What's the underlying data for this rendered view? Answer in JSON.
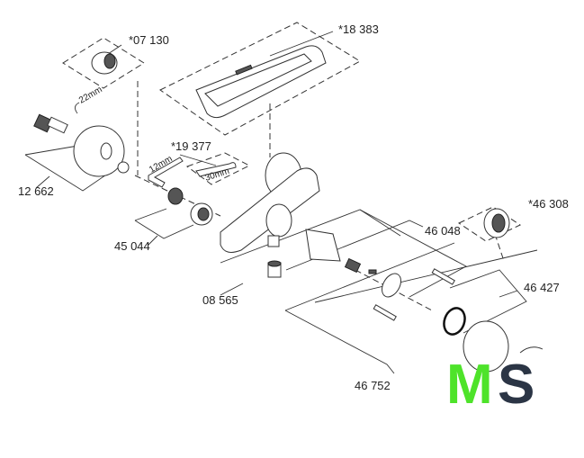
{
  "labels": {
    "p07130": "*07 130",
    "p18383": "*18 383",
    "p19377": "*19 377",
    "p12662": "12 662",
    "p45044": "45 044",
    "p46048": "46 048",
    "p46308": "*46 308",
    "p08565": "08 565",
    "p46427": "46 427",
    "p46752": "46 752"
  },
  "dimensions": {
    "wrench22": "22mm",
    "hex12": "12mm",
    "wrench30": "30mm"
  },
  "logo": {
    "text": "MS",
    "m": "M",
    "s": "S",
    "m_color": "#4ee32a",
    "s_color": "#2b3545"
  }
}
